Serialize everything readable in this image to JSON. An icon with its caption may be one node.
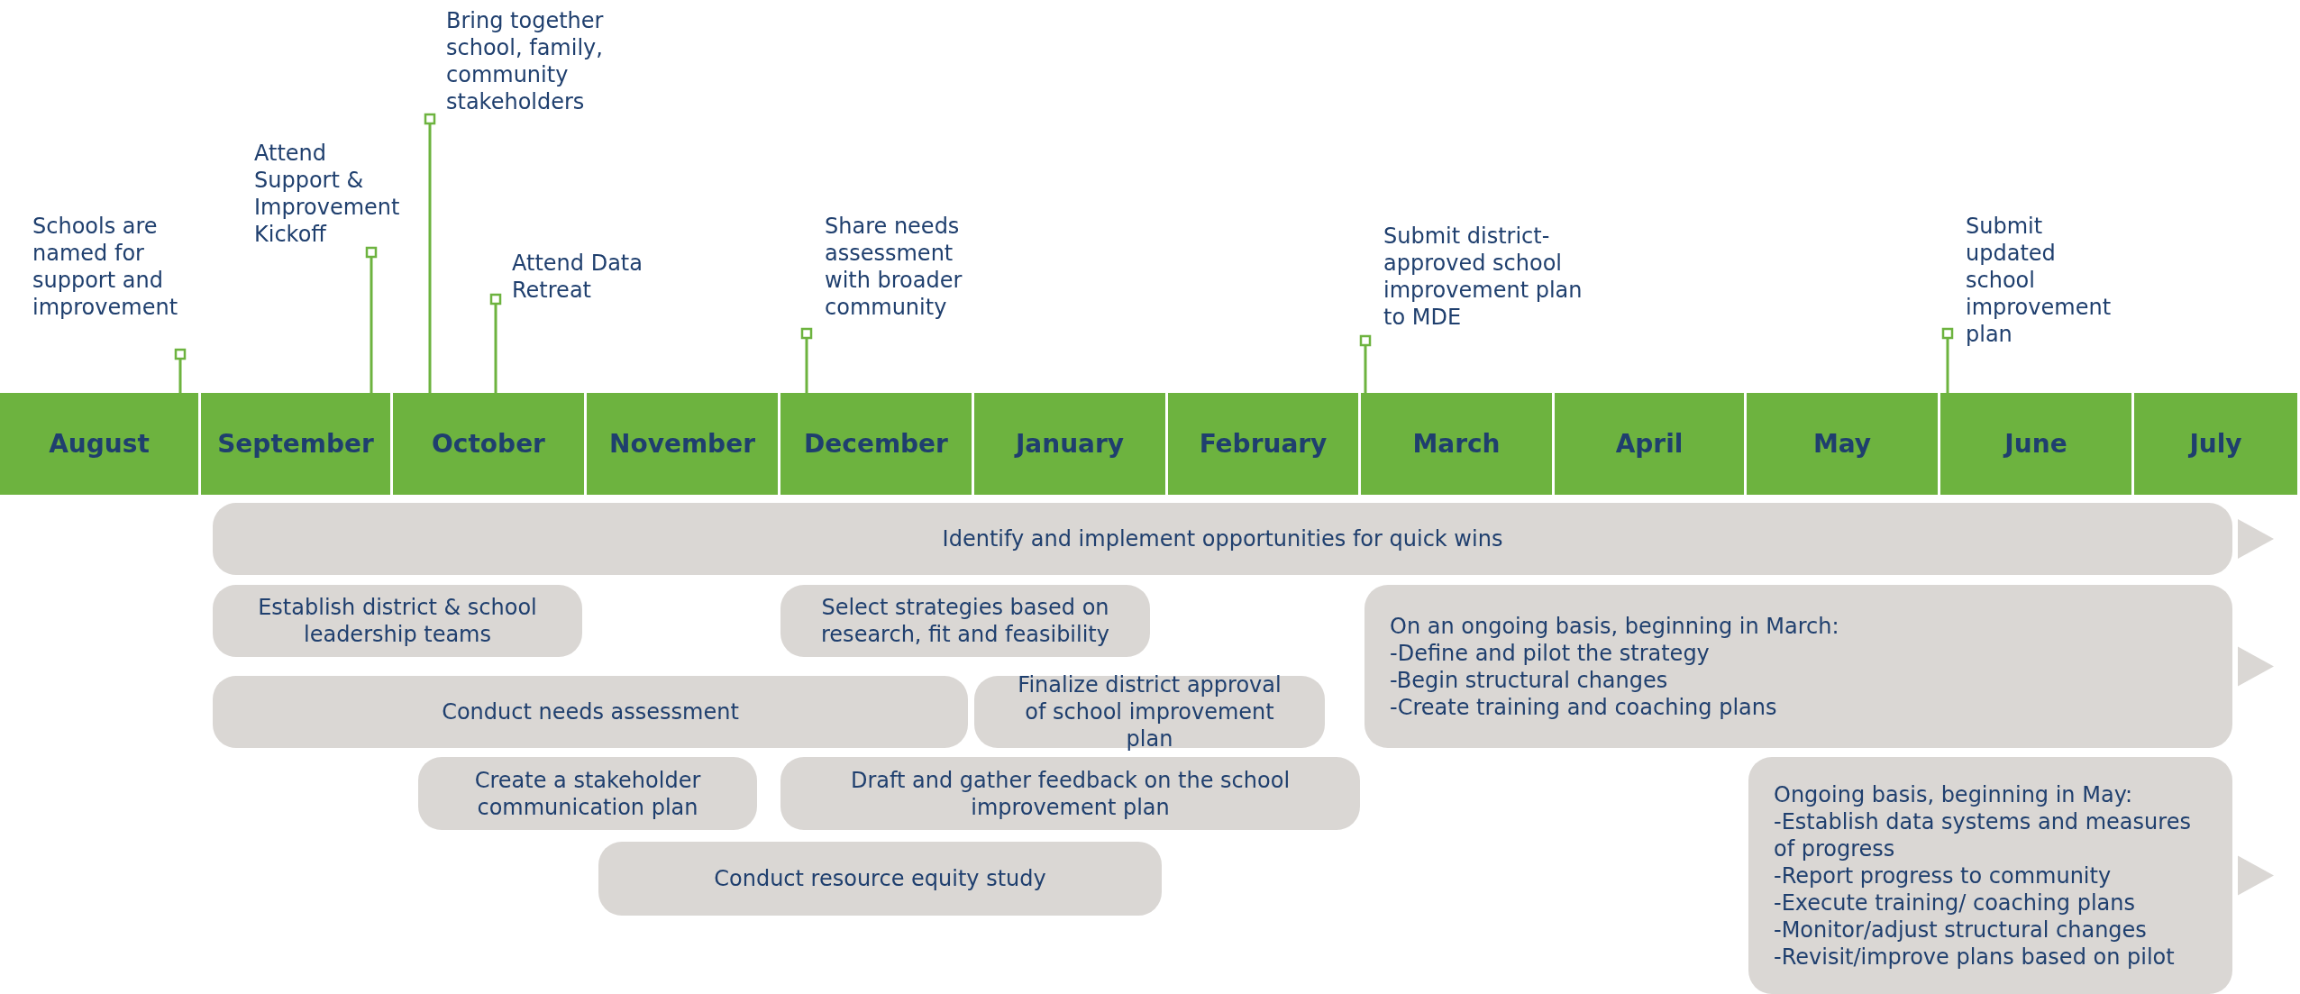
{
  "diagram": {
    "nodes": [
      {
        "text": [
          "Schools are named for support and improvement"
        ]
      },
      {
        "text": [
          "Attend Support & Improvement Kickoff"
        ]
      },
      {
        "text": [
          "Bring together school, family, community stakeholders"
        ]
      },
      {
        "text": [
          "Attend Data Retreat"
        ]
      },
      {
        "text": [
          "Share needs assessment with broader community"
        ]
      },
      {
        "text": [
          "Submit district-approved school improvement plan to MDE"
        ]
      },
      {
        "text": [
          "Submit updated school improvement plan"
        ]
      },
      {
        "text": [
          "August"
        ]
      },
      {
        "text": [
          "September"
        ]
      },
      {
        "text": [
          "October"
        ]
      },
      {
        "text": [
          "November"
        ]
      },
      {
        "text": [
          "December"
        ]
      },
      {
        "text": [
          "January"
        ]
      },
      {
        "text": [
          "February"
        ]
      },
      {
        "text": [
          "March"
        ]
      },
      {
        "text": [
          "April"
        ]
      },
      {
        "text": [
          "May"
        ]
      },
      {
        "text": [
          "June"
        ]
      },
      {
        "text": [
          "July"
        ]
      },
      {
        "text": [
          "Identify and implement opportunities for quick wins"
        ]
      },
      {
        "text": [
          "Establish district & school leadership teams"
        ]
      },
      {
        "text": [
          "Select strategies based on research, fit and feasibility"
        ]
      },
      {
        "text": [
          "On an ongoing basis, beginning in March:",
          "-Define and pilot the strategy",
          "-Begin structural changes",
          "-Create training and coaching plans"
        ]
      },
      {
        "text": [
          "Conduct needs assessment"
        ]
      },
      {
        "text": [
          "Finalize district approval of school improvement plan"
        ]
      },
      {
        "text": [
          "Create a stakeholder communication plan"
        ]
      },
      {
        "text": [
          "Draft and gather feedback on the school improvement plan"
        ]
      },
      {
        "text": [
          "Ongoing basis, beginning in May:",
          "-Establish data systems and measures of progress",
          "-Report progress to community",
          "-Execute training/ coaching plans",
          "-Monitor/adjust structural changes",
          "-Revisit/improve plans based on pilot"
        ]
      },
      {
        "text": [
          "Conduct resource equity study"
        ]
      }
    ],
    "edges": [
      {
        "from": 0,
        "to": 7,
        "arrow": "other"
      },
      {
        "from": 1,
        "to": 8,
        "arrow": "other"
      },
      {
        "from": 2,
        "to": 9,
        "arrow": "other"
      },
      {
        "from": 3,
        "to": 9,
        "arrow": "other"
      },
      {
        "from": 4,
        "to": 11,
        "arrow": "other"
      },
      {
        "from": 5,
        "to": 14,
        "arrow": "other"
      },
      {
        "from": 6,
        "to": 17,
        "arrow": "other"
      }
    ]
  }
}
